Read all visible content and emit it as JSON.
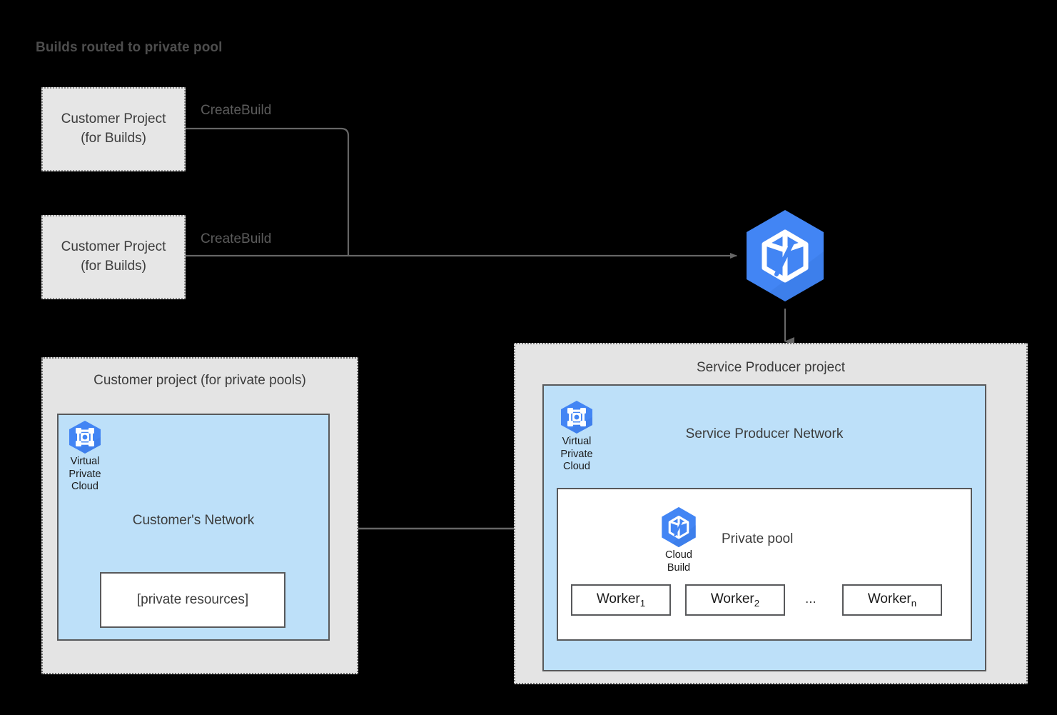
{
  "title": "Builds routed to private pool",
  "colors": {
    "background": "#000000",
    "gcp_blue": "#4285f4",
    "vpc_fill": "#bde0f9",
    "panel_fill": "#e4e4e4",
    "box_fill": "#e6e6e6",
    "stroke": "#58595b",
    "connector": "#666666",
    "title_text": "#4d4d4d"
  },
  "customer_build_projects": [
    {
      "label_line1": "Customer Project",
      "label_line2": "(for Builds)",
      "edge_label": "CreateBuild"
    },
    {
      "label_line1": "Customer Project",
      "label_line2": "(for Builds)",
      "edge_label": "CreateBuild"
    }
  ],
  "cloud_build_service": {
    "icon": "cloud-build-icon"
  },
  "customer_pool_panel": {
    "title": "Customer project (for private pools)",
    "vpc_icon_caption": "Virtual\nPrivate\nCloud",
    "vpc_caption_lines": [
      "Virtual",
      "Private",
      "Cloud"
    ],
    "network_label": "Customer's Network",
    "resources_box": "[private resources]"
  },
  "service_producer_panel": {
    "title": "Service Producer project",
    "vpc_caption_lines": [
      "Virtual",
      "Private",
      "Cloud"
    ],
    "network_label": "Service Producer Network",
    "private_pool": {
      "label": "Private pool",
      "cloud_build_caption_lines": [
        "Cloud",
        "Build"
      ],
      "workers": [
        {
          "name": "Worker",
          "subscript": "1"
        },
        {
          "name": "Worker",
          "subscript": "2"
        },
        {
          "name": "Worker",
          "subscript": "n"
        }
      ],
      "ellipsis": "..."
    }
  }
}
